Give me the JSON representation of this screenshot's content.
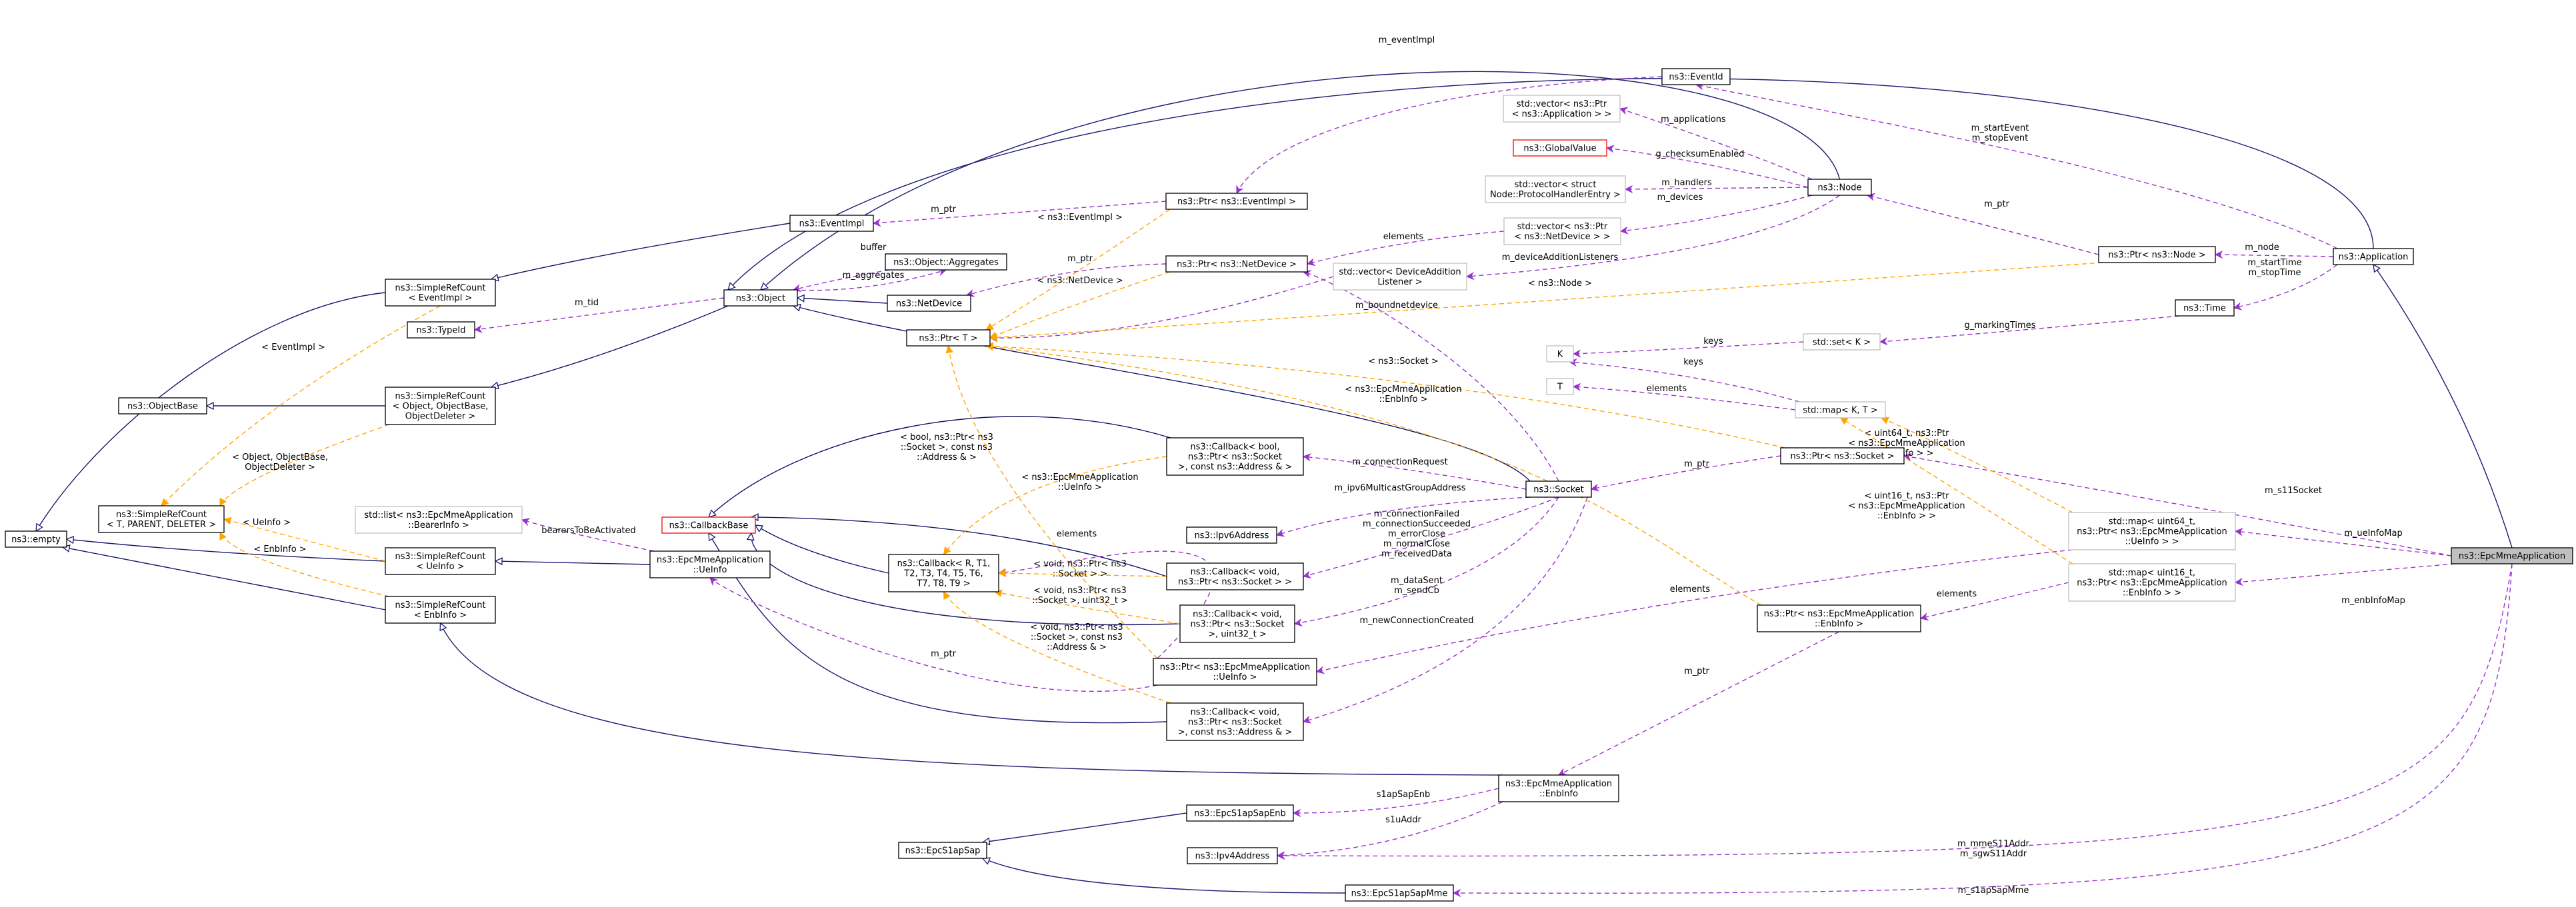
{
  "colors": {
    "inherit": "#191970",
    "usage": "#9a32cd",
    "template": "#ffa500",
    "node_border": "#000000",
    "node_border_undocumented": "#bfbfbf",
    "node_border_external": "#ff0000",
    "focus_fill": "#bfbfbf"
  },
  "nodes": {
    "epcmme_app": [
      "ns3::EpcMmeApplication"
    ],
    "application": [
      "ns3::Application"
    ],
    "object": [
      "ns3::Object"
    ],
    "empty": [
      "ns3::empty"
    ],
    "node": [
      "ns3::Node"
    ],
    "eventid": [
      "ns3::EventId"
    ],
    "vec_app": [
      "std::vector< ns3::Ptr",
      "< ns3::Application > >"
    ],
    "globalvalue": [
      "ns3::GlobalValue"
    ],
    "vec_handler": [
      "std::vector< struct",
      "Node::ProtocolHandlerEntry >"
    ],
    "vec_netdevice": [
      "std::vector< ns3::Ptr",
      "< ns3::NetDevice > >"
    ],
    "vec_devadd": [
      "std::vector< DeviceAddition",
      "Listener >"
    ],
    "ptr_eventimpl": [
      "ns3::Ptr< ns3::EventImpl >"
    ],
    "eventimpl": [
      "ns3::EventImpl"
    ],
    "aggregates": [
      "ns3::Object::Aggregates"
    ],
    "netdevice": [
      "ns3::NetDevice"
    ],
    "ptr_netdevice": [
      "ns3::Ptr< ns3::NetDevice >"
    ],
    "ptr_node": [
      "ns3::Ptr< ns3::Node >"
    ],
    "time": [
      "ns3::Time"
    ],
    "src_eventimpl": [
      "ns3::SimpleRefCount",
      "< EventImpl >"
    ],
    "typeid": [
      "ns3::TypeId"
    ],
    "ptr_t": [
      "ns3::Ptr< T >"
    ],
    "set_k": [
      "std::set< K >"
    ],
    "k": [
      "K"
    ],
    "t": [
      "T"
    ],
    "map_kt": [
      "std::map< K, T >"
    ],
    "objectbase": [
      "ns3::ObjectBase"
    ],
    "src_object": [
      "ns3::SimpleRefCount",
      "< Object, ObjectBase,",
      "ObjectDeleter >"
    ],
    "callback_bool": [
      "ns3::Callback< bool,",
      "ns3::Ptr< ns3::Socket",
      ">, const ns3::Address & >"
    ],
    "ptr_socket": [
      "ns3::Ptr< ns3::Socket >"
    ],
    "socket": [
      "ns3::Socket"
    ],
    "list_bearer": [
      "std::list< ns3::EpcMmeApplication",
      "::BearerInfo >"
    ],
    "src_tpd": [
      "ns3::SimpleRefCount",
      "< T, PARENT, DELETER >"
    ],
    "callbackbase": [
      "ns3::CallbackBase"
    ],
    "ipv6": [
      "ns3::Ipv6Address"
    ],
    "map_ueinfo": [
      "std::map< uint64_t,",
      "ns3::Ptr< ns3::EpcMmeApplication",
      "::UeInfo > >"
    ],
    "src_ueinfo": [
      "ns3::SimpleRefCount",
      "< UeInfo >"
    ],
    "ueinfo": [
      "ns3::EpcMmeApplication",
      "::UeInfo"
    ],
    "callback_generic": [
      "ns3::Callback< R, T1,",
      "T2, T3, T4, T5, T6,",
      "T7, T8, T9 >"
    ],
    "callback_void_sock": [
      "ns3::Callback< void,",
      "ns3::Ptr< ns3::Socket > >"
    ],
    "map_enbinfo": [
      "std::map< uint16_t,",
      "ns3::Ptr< ns3::EpcMmeApplication",
      "::EnbInfo > >"
    ],
    "src_enbinfo": [
      "ns3::SimpleRefCount",
      "< EnbInfo >"
    ],
    "callback_void_u32": [
      "ns3::Callback< void,",
      "ns3::Ptr< ns3::Socket",
      ">, uint32_t >"
    ],
    "ptr_enbinfo": [
      "ns3::Ptr< ns3::EpcMmeApplication",
      "::EnbInfo >"
    ],
    "ptr_ueinfo": [
      "ns3::Ptr< ns3::EpcMmeApplication",
      "::UeInfo >"
    ],
    "callback_void_addr": [
      "ns3::Callback< void,",
      "ns3::Ptr< ns3::Socket",
      ">, const ns3::Address & >"
    ],
    "enbinfo": [
      "ns3::EpcMmeApplication",
      "::EnbInfo"
    ],
    "s1apsapenb": [
      "ns3::EpcS1apSapEnb"
    ],
    "s1apsap": [
      "ns3::EpcS1apSap"
    ],
    "ipv4": [
      "ns3::Ipv4Address"
    ],
    "s1apsapmme": [
      "ns3::EpcS1apSapMme"
    ]
  },
  "edge_labels": {
    "m_eventimpl": [
      "m_eventImpl"
    ],
    "m_applications": [
      "m_applications"
    ],
    "g_checksum": [
      "g_checksumEnabled"
    ],
    "m_handlers": [
      "m_handlers"
    ],
    "m_devices": [
      "m_devices"
    ],
    "m_devadd": [
      "m_deviceAdditionListeners"
    ],
    "m_ptr_eventimpl": [
      "m_ptr"
    ],
    "m_ptr_netdevice": [
      "m_ptr"
    ],
    "m_ptr_node": [
      "m_ptr"
    ],
    "m_start_event": [
      "m_startEvent",
      "m_stopEvent"
    ],
    "m_node": [
      "m_node"
    ],
    "m_starttime": [
      "m_startTime",
      "m_stopTime"
    ],
    "buffer": [
      "buffer"
    ],
    "m_aggregates": [
      "m_aggregates"
    ],
    "m_tid": [
      "m_tid"
    ],
    "t_eventimpl_a": [
      "< ns3::EventImpl >"
    ],
    "t_netdevice": [
      "< ns3::NetDevice >"
    ],
    "elements_netdevice": [
      "elements"
    ],
    "m_boundnetdevice": [
      "m_boundnetdevice"
    ],
    "t_node": [
      "< ns3::Node >"
    ],
    "g_markingtimes": [
      "g_markingTimes"
    ],
    "keys_set": [
      "keys"
    ],
    "keys_map": [
      "keys"
    ],
    "elements_t": [
      "elements"
    ],
    "t_socket": [
      "< ns3::Socket >"
    ],
    "t_enbinfo_ptr": [
      "< ns3::EpcMmeApplication",
      "::EnbInfo >"
    ],
    "t_eventimpl_b": [
      "< EventImpl >"
    ],
    "t_objbase": [
      "< Object, ObjectBase,",
      "ObjectDeleter >"
    ],
    "t_ueinfo_src": [
      "< UeInfo >"
    ],
    "t_enbinfo_src": [
      "< EnbInfo >"
    ],
    "bearers": [
      "bearersToBeActivated"
    ],
    "t_bool": [
      "< bool, ns3::Ptr< ns3",
      "::Socket >, const ns3",
      "::Address & >"
    ],
    "t_ueinfo_ptr": [
      "< ns3::EpcMmeApplication",
      "::UeInfo >"
    ],
    "m_connreq": [
      "m_connectionRequest"
    ],
    "m_ipv6mcast": [
      "m_ipv6MulticastGroupAddress"
    ],
    "m_ptr_socket": [
      "m_ptr"
    ],
    "t_uint64": [
      "< uint64_t, ns3::Ptr",
      "< ns3::EpcMmeApplication",
      "::UeInfo > >"
    ],
    "t_uint16": [
      "< uint16_t, ns3::Ptr",
      "< ns3::EpcMmeApplication",
      "::EnbInfo > >"
    ],
    "m_s11socket": [
      "m_s11Socket"
    ],
    "elements_cb": [
      "elements"
    ],
    "t_void_sock": [
      "< void, ns3::Ptr< ns3",
      "::Socket > >"
    ],
    "t_void_u32": [
      "< void, ns3::Ptr< ns3",
      "::Socket >, uint32_t >"
    ],
    "t_void_addr": [
      "< void, ns3::Ptr< ns3",
      "::Socket >, const ns3",
      "::Address & >"
    ],
    "m_conn_failed": [
      "m_connectionFailed",
      "m_connectionSucceeded",
      "m_errorClose",
      "m_normalClose",
      "m_receivedData"
    ],
    "m_datasent": [
      "m_dataSent",
      "m_sendCb"
    ],
    "m_newconn": [
      "m_newConnectionCreated"
    ],
    "m_ueinfomap": [
      "m_ueInfoMap"
    ],
    "m_enbinfomap": [
      "m_enbInfoMap"
    ],
    "elements_enb": [
      "elements"
    ],
    "elements_ue": [
      "elements"
    ],
    "m_ptr_ueinfo": [
      "m_ptr"
    ],
    "m_ptr_enbinfo": [
      "m_ptr"
    ],
    "s1apsapenb_lbl": [
      "s1apSapEnb"
    ],
    "s1uaddr": [
      "s1uAddr"
    ],
    "m_mmes11": [
      "m_mmeS11Addr",
      "m_sgwS11Addr"
    ],
    "m_s1apsapmme": [
      "m_s1apSapMme"
    ]
  }
}
